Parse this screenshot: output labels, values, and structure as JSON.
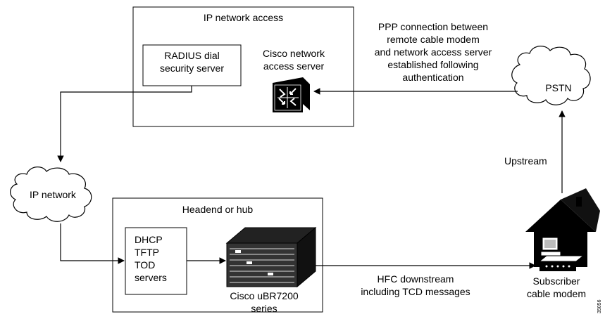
{
  "ip_network_access": {
    "title": "IP network access",
    "radius_server": [
      "RADIUS dial",
      "security server"
    ],
    "nas_label": [
      "Cisco network",
      "access server"
    ]
  },
  "ppp_note": [
    "PPP connection between",
    "remote cable modem",
    "and network access server",
    "established following",
    "authentication"
  ],
  "pstn": "PSTN",
  "ip_network": "IP network",
  "upstream": "Upstream",
  "headend": {
    "title": "Headend or hub",
    "servers": [
      "DHCP",
      "TFTP",
      "TOD",
      "servers"
    ],
    "router_label": [
      "Cisco uBR7200",
      "series"
    ]
  },
  "downstream_note": [
    "HFC downstream",
    "including TCD messages"
  ],
  "subscriber": [
    "Subscriber",
    "cable modem"
  ],
  "figure_code": "35056",
  "colors": {
    "line": "#000000",
    "background": "#ffffff"
  }
}
